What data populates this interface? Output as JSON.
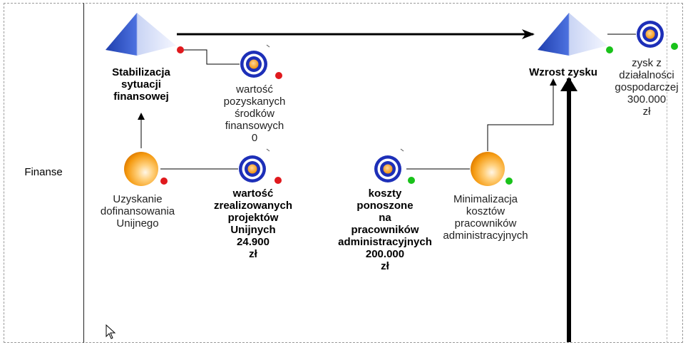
{
  "lane": {
    "label": "Finanse"
  },
  "nodes": {
    "goal_stabilizacja": [
      "Stabilizacja",
      "sytuacji",
      "finansowej"
    ],
    "goal_wzrost": [
      "Wzrost zysku"
    ],
    "measure_pozyskane": [
      "wartość",
      "pozyskanych",
      "środków",
      "finansowych",
      "0"
    ],
    "activity_uzyskanie": [
      "Uzyskanie",
      "dofinansowania",
      "Unijnego"
    ],
    "measure_zrealizowane": [
      "wartość",
      "zrealizowanych",
      "projektów",
      "Unijnych",
      "24.900",
      "zł"
    ],
    "measure_koszty": [
      "koszty",
      "ponoszone",
      "na",
      "pracowników",
      "administracyjnych",
      "200.000",
      "zł"
    ],
    "activity_minimalizacja": [
      "Minimalizacja",
      "kosztów",
      "pracowników",
      "administracyjnych"
    ],
    "measure_zysk": [
      "zysk z",
      "działalności",
      "gospodarczej",
      "300.000",
      "zł"
    ]
  },
  "status_colors": {
    "red": "#e0191d",
    "green": "#19c21a"
  }
}
